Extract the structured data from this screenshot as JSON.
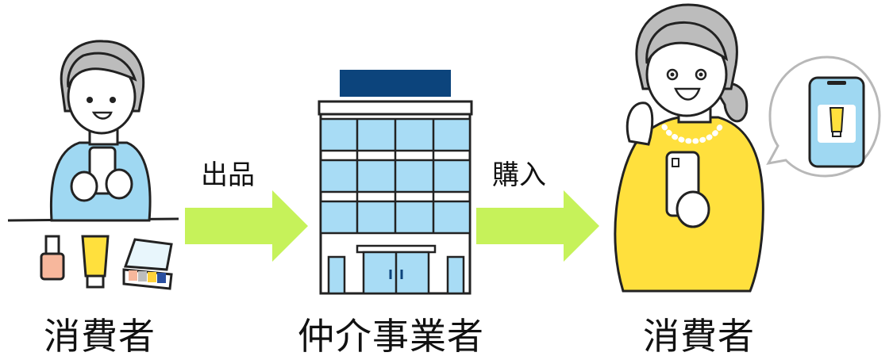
{
  "flow": {
    "seller": {
      "caption": "消費者"
    },
    "step1": {
      "label": "出品"
    },
    "broker": {
      "caption": "仲介事業者"
    },
    "step2": {
      "label": "購入"
    },
    "buyer": {
      "caption": "消費者"
    }
  },
  "colors": {
    "arrow": "#c6f25a",
    "sweater": "#ffe03d",
    "shirt": "#9fd8f2",
    "hair": "#bcbcbc",
    "building_sign": "#0c447c",
    "window": "#a8dcf5",
    "skin": "#ffffff",
    "outline": "#222222"
  }
}
